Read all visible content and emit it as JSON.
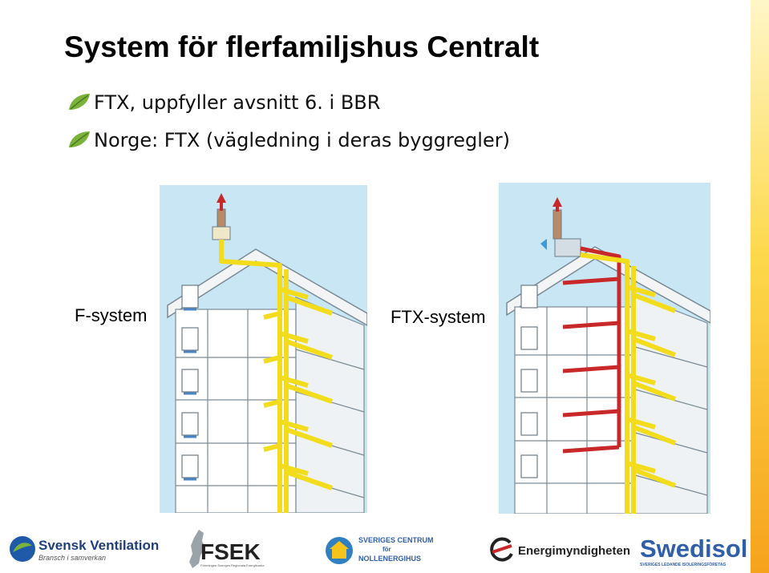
{
  "slide": {
    "title": "System för flerfamiljshus  Centralt",
    "bullets": [
      "FTX, uppfyller avsnitt 6. i BBR",
      "Norge: FTX (vägledning i deras byggregler)"
    ]
  },
  "figures": [
    {
      "caption": "F-system",
      "system": "exhaust-only"
    },
    {
      "caption": "FTX-system",
      "system": "supply-and-exhaust-with-heat-recovery"
    }
  ],
  "logos": {
    "svensk_ventilation": {
      "name": "Svensk Ventilation",
      "tagline": "Bransch i samverkan"
    },
    "fsek": {
      "name": "FSEK",
      "tagline": "Föreningen Sveriges Regionala Energikontor"
    },
    "nollenergihus": {
      "line1": "SVERIGES CENTRUM",
      "line2": "för",
      "line3": "NOLLENERGIHUS"
    },
    "energimyndigheten": {
      "name": "Energimyndigheten"
    },
    "swedisol": {
      "name": "Swedisol",
      "tagline": "SVERIGES LEDANDE ISOLERINGSFÖRETAG"
    }
  },
  "colors": {
    "exhaust_duct": "#f3dc1c",
    "supply_duct": "#c8282a",
    "background": "#c9e6f5",
    "accent_bullet": "#7ab23c"
  }
}
